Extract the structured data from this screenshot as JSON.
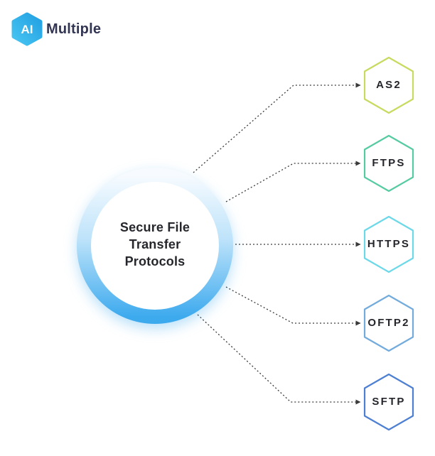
{
  "logo": {
    "mark_text": "AI",
    "brand_text": "Multiple"
  },
  "center": {
    "title": "Secure File Transfer Protocols",
    "lines": [
      "Secure File",
      "Transfer",
      "Protocols"
    ]
  },
  "nodes": [
    {
      "label": "AS2",
      "color": "#c8da5f"
    },
    {
      "label": "FTPS",
      "color": "#56cba1"
    },
    {
      "label": "HTTPS",
      "color": "#6cd8e8"
    },
    {
      "label": "OFTP2",
      "color": "#73abdc"
    },
    {
      "label": "SFTP",
      "color": "#4d7fd2"
    }
  ],
  "colors": {
    "connector": "#3a3a3a",
    "ring_top": "#f7fbff",
    "ring_mid": "#bee3fa",
    "ring_bottom": "#3daaee",
    "logo_hex_light": "#49c6f2",
    "logo_hex_dark": "#219fe2",
    "brand_color": "#333652",
    "title_color": "#26272c"
  }
}
